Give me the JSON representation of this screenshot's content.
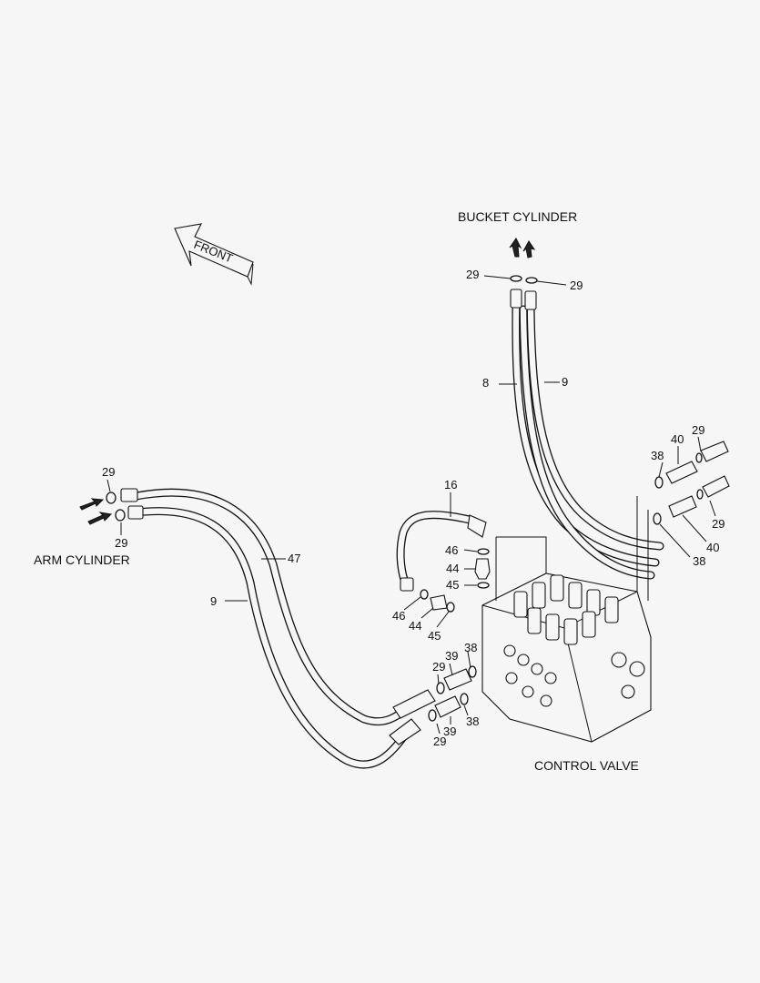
{
  "titles": {
    "bucket_cylinder": "BUCKET CYLINDER",
    "arm_cylinder": "ARM CYLINDER",
    "control_valve": "CONTROL VALVE",
    "front": "FRONT"
  },
  "callouts": {
    "c29_top_left": "29",
    "c29_top_right": "29",
    "c8": "8",
    "c9_top": "9",
    "c29_arm_top": "29",
    "c29_arm_bottom": "29",
    "c47": "47",
    "c9_left": "9",
    "c16": "16",
    "c46_a": "46",
    "c44_a": "44",
    "c45_a": "45",
    "c46_b": "46",
    "c44_b": "44",
    "c45_b": "45",
    "c38_r1": "38",
    "c40_r1": "40",
    "c29_r1": "29",
    "c29_r2": "29",
    "c40_r2": "40",
    "c38_r2": "38",
    "c29_m1": "29",
    "c39_m1": "39",
    "c38_m1": "38",
    "c39_m2": "39",
    "c38_m2": "38",
    "c29_m2": "29"
  }
}
